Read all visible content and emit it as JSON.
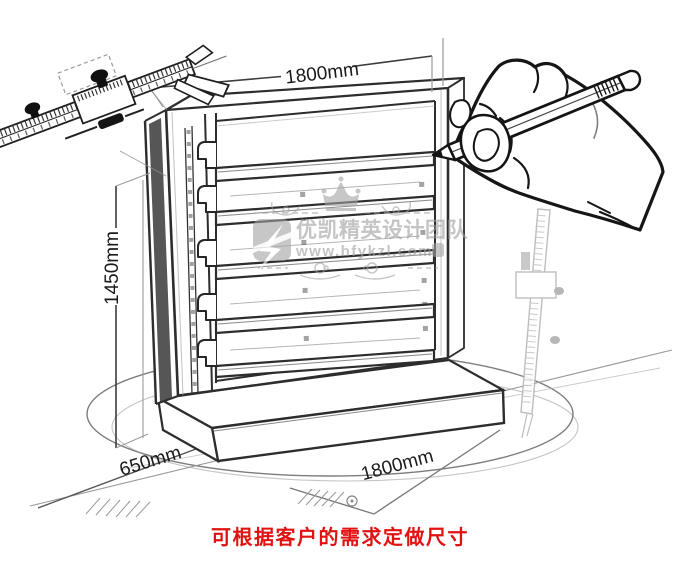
{
  "illustration": {
    "dimensions": {
      "top_width": "1800mm",
      "height": "1450mm",
      "depth": "650mm",
      "bottom_width": "1800mm"
    },
    "watermark": {
      "brand": "优凯精英设计团队",
      "url": "www.hfykzl.com"
    },
    "footer_note": "可根据客户的需求定做尺寸",
    "colors": {
      "note_red": "#e11212",
      "sketch_ink": "#2d2d2d",
      "watermark_gray": "#a3a3a3",
      "faint_gray": "#9a9a9a"
    },
    "sketch_elements": {
      "caliper": "vernier-caliper-sketch",
      "hand": "hand-holding-pencil-sketch",
      "ruler": "vertical-ruler-sketch",
      "furniture": "five-tier-display-shelf-sketch",
      "ornament": "crown-ornament"
    }
  }
}
